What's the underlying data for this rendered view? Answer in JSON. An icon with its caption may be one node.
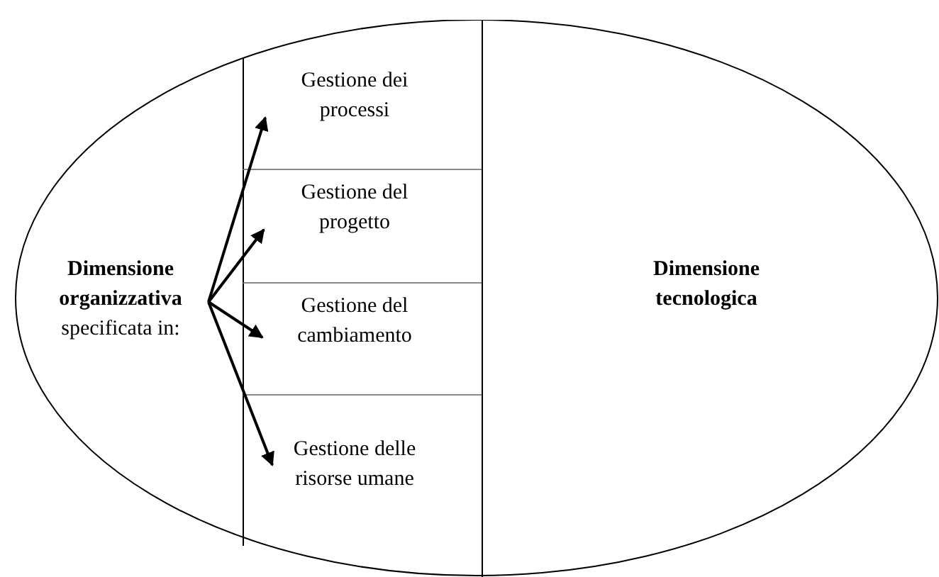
{
  "diagram": {
    "nodes": [
      {
        "text": [],
        "shape": "ellipse"
      },
      {
        "text": [
          "Dimensione organizzativa",
          "specificata in:"
        ],
        "in": 0
      },
      {
        "text": [
          "Gestione dei processi"
        ],
        "in": 0
      },
      {
        "text": [
          "Gestione del progetto"
        ],
        "in": 0
      },
      {
        "text": [
          "Gestione del cambiamento"
        ],
        "in": 0
      },
      {
        "text": [
          "Gestione delle risorse umane"
        ],
        "in": 0
      },
      {
        "text": [
          "Dimensione tecnologica"
        ],
        "in": 0
      }
    ],
    "edges": [
      {
        "from": 1,
        "to": 2,
        "arrow": "to"
      },
      {
        "from": 1,
        "to": 3,
        "arrow": "to"
      },
      {
        "from": 1,
        "to": 4,
        "arrow": "to"
      },
      {
        "from": 1,
        "to": 5,
        "arrow": "to"
      }
    ]
  }
}
